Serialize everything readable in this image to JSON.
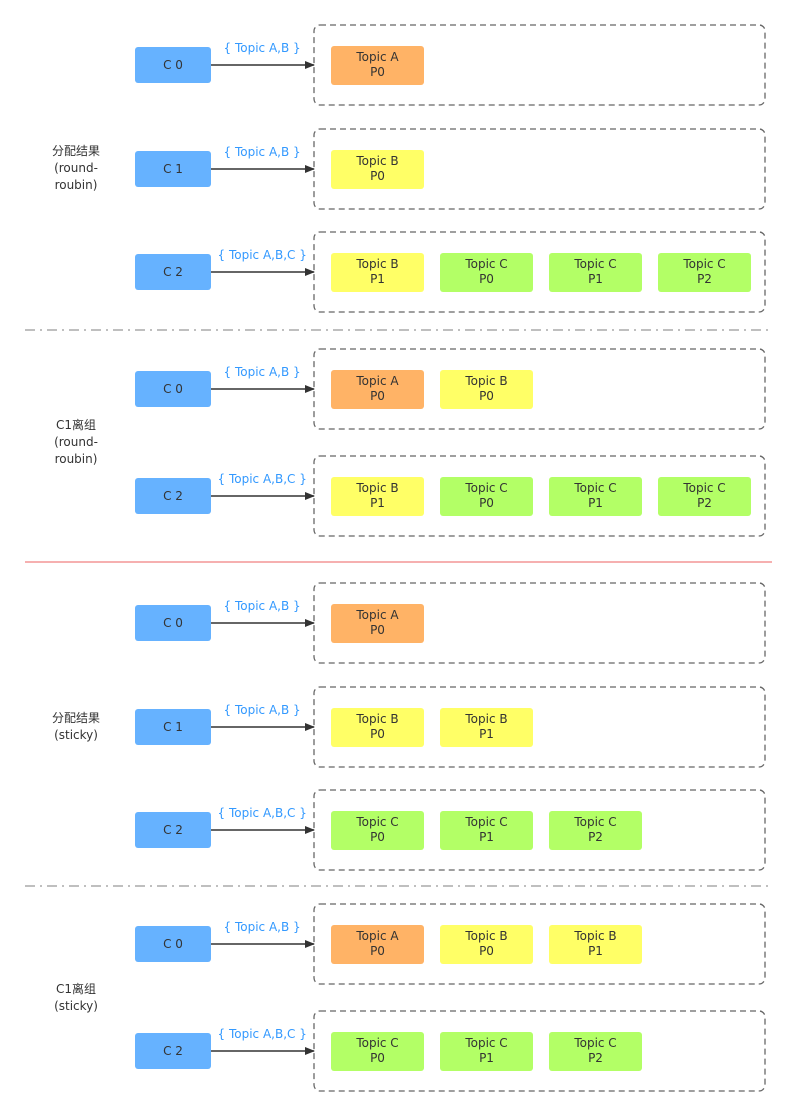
{
  "colors": {
    "consumer": "#66b2ff",
    "topic_a": "#ffb366",
    "topic_b": "#ffff66",
    "topic_c": "#b3ff66",
    "subscription_text": "#3399ff",
    "arrow": "#333333",
    "group_border": "#666666",
    "dashdot_divider": "#999999",
    "solid_divider": "#f08080"
  },
  "sections": [
    {
      "label": "分配结果\n(round-\nroubin)",
      "rows": [
        {
          "consumer": "C 0",
          "subscription": "{ Topic A,B }",
          "partitions": [
            {
              "topic": "Topic A",
              "part": "P0",
              "color": "topic_a"
            }
          ]
        },
        {
          "consumer": "C 1",
          "subscription": "{ Topic A,B }",
          "partitions": [
            {
              "topic": "Topic B",
              "part": "P0",
              "color": "topic_b"
            }
          ]
        },
        {
          "consumer": "C 2",
          "subscription": "{ Topic A,B,C }",
          "partitions": [
            {
              "topic": "Topic B",
              "part": "P1",
              "color": "topic_b"
            },
            {
              "topic": "Topic C",
              "part": "P0",
              "color": "topic_c"
            },
            {
              "topic": "Topic C",
              "part": "P1",
              "color": "topic_c"
            },
            {
              "topic": "Topic C",
              "part": "P2",
              "color": "topic_c"
            }
          ]
        }
      ]
    },
    {
      "label": "C1离组\n(round-\nroubin)",
      "rows": [
        {
          "consumer": "C 0",
          "subscription": "{ Topic A,B }",
          "partitions": [
            {
              "topic": "Topic A",
              "part": "P0",
              "color": "topic_a"
            },
            {
              "topic": "Topic B",
              "part": "P0",
              "color": "topic_b"
            }
          ]
        },
        {
          "consumer": "C 2",
          "subscription": "{ Topic A,B,C }",
          "partitions": [
            {
              "topic": "Topic B",
              "part": "P1",
              "color": "topic_b"
            },
            {
              "topic": "Topic C",
              "part": "P0",
              "color": "topic_c"
            },
            {
              "topic": "Topic C",
              "part": "P1",
              "color": "topic_c"
            },
            {
              "topic": "Topic C",
              "part": "P2",
              "color": "topic_c"
            }
          ]
        }
      ]
    },
    {
      "label": "分配结果\n(sticky)",
      "rows": [
        {
          "consumer": "C 0",
          "subscription": "{ Topic A,B }",
          "partitions": [
            {
              "topic": "Topic A",
              "part": "P0",
              "color": "topic_a"
            }
          ]
        },
        {
          "consumer": "C 1",
          "subscription": "{ Topic A,B }",
          "partitions": [
            {
              "topic": "Topic B",
              "part": "P0",
              "color": "topic_b"
            },
            {
              "topic": "Topic B",
              "part": "P1",
              "color": "topic_b"
            }
          ]
        },
        {
          "consumer": "C 2",
          "subscription": "{ Topic A,B,C }",
          "partitions": [
            {
              "topic": "Topic C",
              "part": "P0",
              "color": "topic_c"
            },
            {
              "topic": "Topic C",
              "part": "P1",
              "color": "topic_c"
            },
            {
              "topic": "Topic C",
              "part": "P2",
              "color": "topic_c"
            }
          ]
        }
      ]
    },
    {
      "label": "C1离组\n(sticky)",
      "rows": [
        {
          "consumer": "C 0",
          "subscription": "{ Topic A,B }",
          "partitions": [
            {
              "topic": "Topic A",
              "part": "P0",
              "color": "topic_a"
            },
            {
              "topic": "Topic B",
              "part": "P0",
              "color": "topic_b"
            },
            {
              "topic": "Topic B",
              "part": "P1",
              "color": "topic_b"
            }
          ]
        },
        {
          "consumer": "C 2",
          "subscription": "{ Topic A,B,C }",
          "partitions": [
            {
              "topic": "Topic C",
              "part": "P0",
              "color": "topic_c"
            },
            {
              "topic": "Topic C",
              "part": "P1",
              "color": "topic_c"
            },
            {
              "topic": "Topic C",
              "part": "P2",
              "color": "topic_c"
            }
          ]
        }
      ]
    }
  ],
  "dividers": [
    "dash-dot",
    "solid",
    "dash-dot"
  ]
}
